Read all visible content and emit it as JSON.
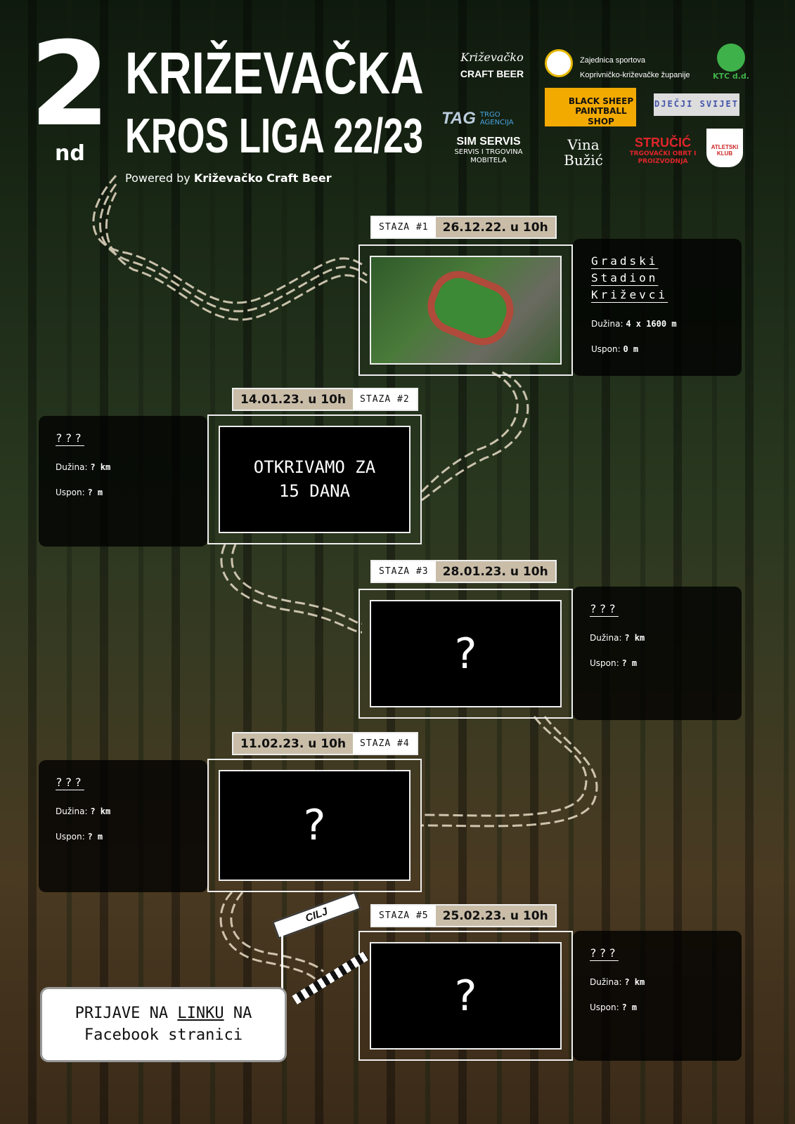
{
  "header": {
    "number": "2",
    "suffix": "nd",
    "title_line1": "KRIŽEVAČKA",
    "title_line2": "KROS LIGA 22/23",
    "powered_prefix": "Powered by",
    "powered_brand": "Križevačko Craft Beer"
  },
  "sponsors": [
    {
      "name": "Križevačko",
      "sub": "CRAFT BEER"
    },
    {
      "name": "Zajednica sportova",
      "sub": "Koprivničko-križevačke županije"
    },
    {
      "name": "KTC d.d."
    },
    {
      "name": "BLACK SHEEP PAINTBALL SHOP"
    },
    {
      "name": "DJEČJI SVIJET"
    },
    {
      "name": "TAG",
      "sub": "TRGO AGENCIJA"
    },
    {
      "name": "SIM SERVIS",
      "sub": "SERVIS I TRGOVINA MOBITELA"
    },
    {
      "name": "Vina Bužić"
    },
    {
      "name": "STRUČIĆ",
      "sub": "TRGOVAČKI OBRT I PROIZVODNJA"
    },
    {
      "name": "ATLETSKI KLUB"
    }
  ],
  "stages": [
    {
      "label": "STAZA #1",
      "date": "26.12.22. u 10h",
      "name": "Gradski Stadion Križevci",
      "length_label": "Dužina:",
      "length": "4 x 1600 m",
      "climb_label": "Uspon:",
      "climb": "0 m"
    },
    {
      "label": "STAZA #2",
      "date": "14.01.23. u 10h",
      "screen": "OTKRIVAMO ZA 15 DANA",
      "name": "???",
      "length_label": "Dužina:",
      "length": "? km",
      "climb_label": "Uspon:",
      "climb": "? m"
    },
    {
      "label": "STAZA #3",
      "date": "28.01.23. u 10h",
      "screen": "?",
      "name": "???",
      "length_label": "Dužina:",
      "length": "? km",
      "climb_label": "Uspon:",
      "climb": "? m"
    },
    {
      "label": "STAZA #4",
      "date": "11.02.23. u 10h",
      "screen": "?",
      "name": "???",
      "length_label": "Dužina:",
      "length": "? km",
      "climb_label": "Uspon:",
      "climb": "? m"
    },
    {
      "label": "STAZA #5",
      "date": "25.02.23. u 10h",
      "screen": "?",
      "name": "???",
      "length_label": "Dužina:",
      "length": "? km",
      "climb_label": "Uspon:",
      "climb": "? m"
    }
  ],
  "finish_sign": "CILJ",
  "signup": {
    "line1_a": "PRIJAVE NA ",
    "line1_link": "LINKU",
    "line1_b": " NA",
    "line2": "Facebook stranici"
  }
}
